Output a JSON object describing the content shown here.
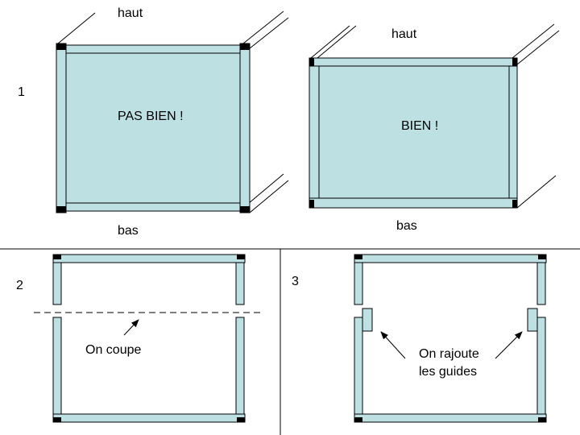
{
  "panel1": {
    "number": "1",
    "left_box": {
      "top_label": "haut",
      "center_label": "PAS BIEN !",
      "bottom_label": "bas"
    },
    "right_box": {
      "top_label": "haut",
      "center_label": "BIEN !",
      "bottom_label": "bas"
    }
  },
  "panel2": {
    "number": "2",
    "caption": "On coupe"
  },
  "panel3": {
    "number": "3",
    "caption_line1": "On rajoute",
    "caption_line2": "les guides"
  },
  "colors": {
    "frame_fill": "#bde0e3",
    "stroke": "#000000",
    "background": "#ffffff"
  }
}
